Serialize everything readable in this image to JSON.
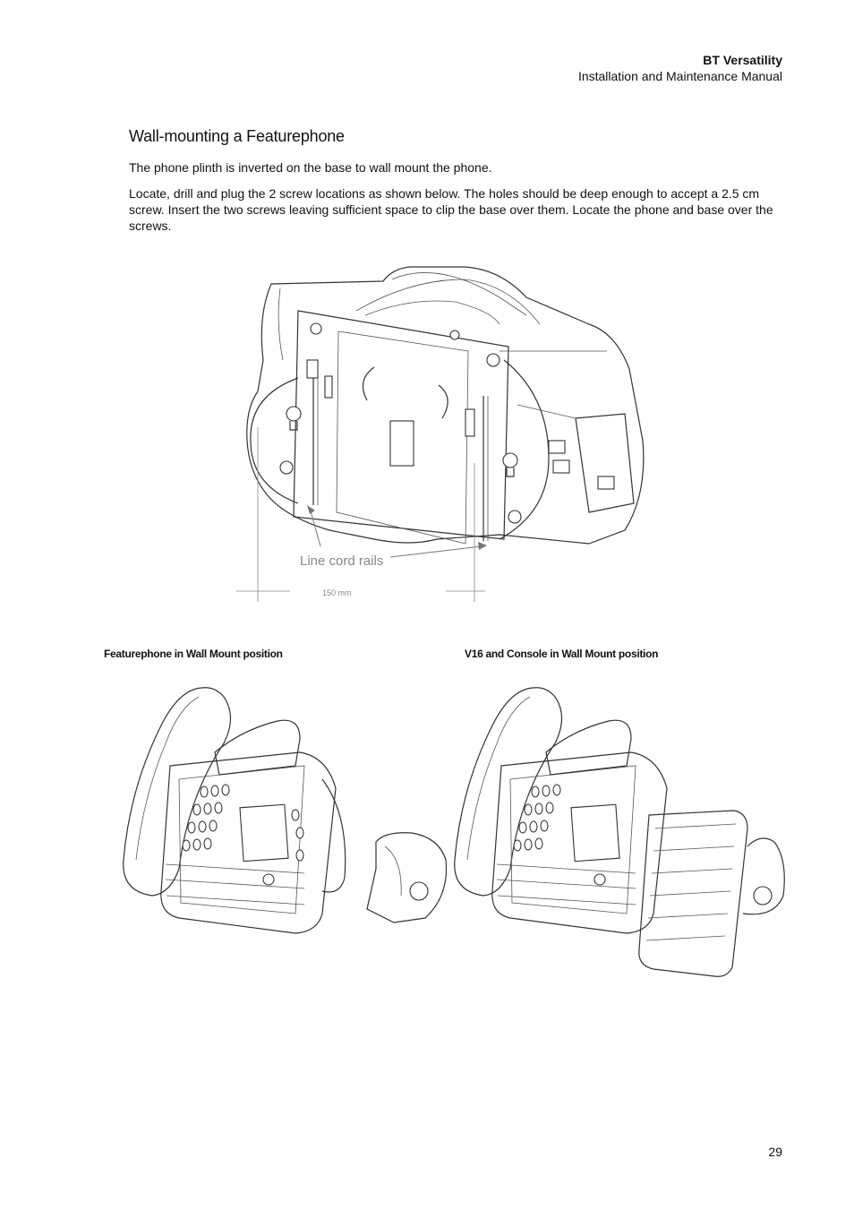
{
  "header": {
    "brand": "BT Versatility",
    "subtitle": "Installation and Maintenance Manual"
  },
  "section": {
    "title": "Wall-mounting a Featurephone",
    "paragraph1": "The phone plinth is inverted on the base to wall mount the phone.",
    "paragraph2": "Locate, drill and plug the 2 screw locations as shown below. The holes should be deep enough to accept a 2.5 cm screw. Insert the two screws leaving sufficient space to clip the base over them. Locate the phone and base over the screws."
  },
  "figure_top": {
    "callout": "Line cord rails",
    "dimension": "150 mm"
  },
  "captions": {
    "left": "Featurephone in Wall Mount position",
    "right": "V16 and Console in Wall Mount position"
  },
  "page_number": "29"
}
